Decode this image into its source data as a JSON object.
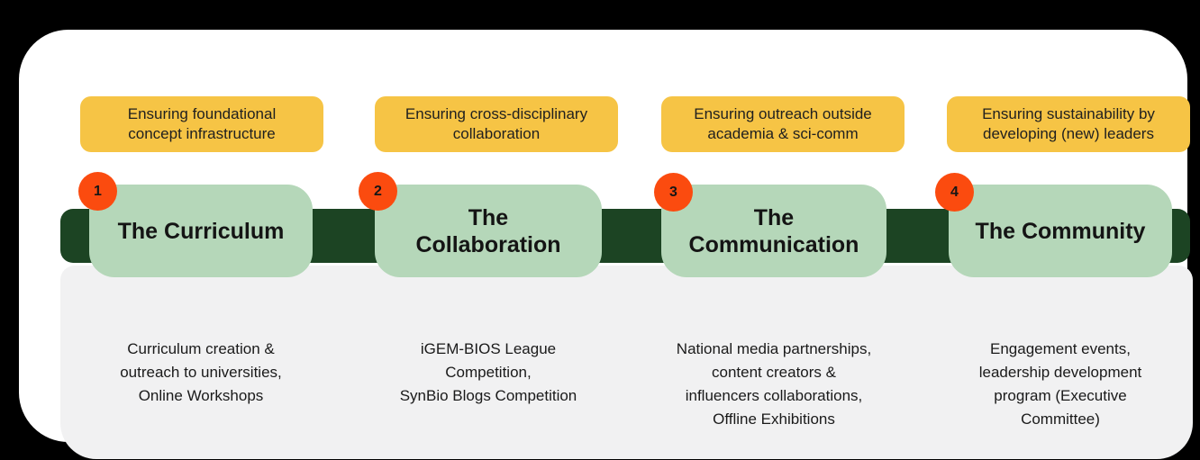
{
  "diagram": {
    "colors": {
      "background_black": "#000000",
      "card_white": "#ffffff",
      "panel_gray": "#f1f1f2",
      "banner_yellow": "#f6c445",
      "title_box_green": "#b5d7b9",
      "timeline_dark_green": "#1c4423",
      "badge_orange": "#fb4b0f",
      "text_black": "#1a1a1a"
    },
    "steps": [
      {
        "number": "1",
        "banner": "Ensuring foundational\nconcept infrastructure",
        "title": "The Curriculum",
        "description": "Curriculum creation &\noutreach to universities,\nOnline Workshops"
      },
      {
        "number": "2",
        "banner": "Ensuring cross-disciplinary\ncollaboration",
        "title": "The\nCollaboration",
        "description": "iGEM-BIOS League\nCompetition,\nSynBio Blogs Competition"
      },
      {
        "number": "3",
        "banner": "Ensuring outreach outside\nacademia & sci-comm",
        "title": "The\nCommunication",
        "description": "National media partnerships,\ncontent creators &\ninfluencers collaborations,\nOffline Exhibitions"
      },
      {
        "number": "4",
        "banner": "Ensuring sustainability by\ndeveloping (new) leaders",
        "title": "The Community",
        "description": "Engagement events,\nleadership development\nprogram (Executive\nCommittee)"
      }
    ]
  }
}
